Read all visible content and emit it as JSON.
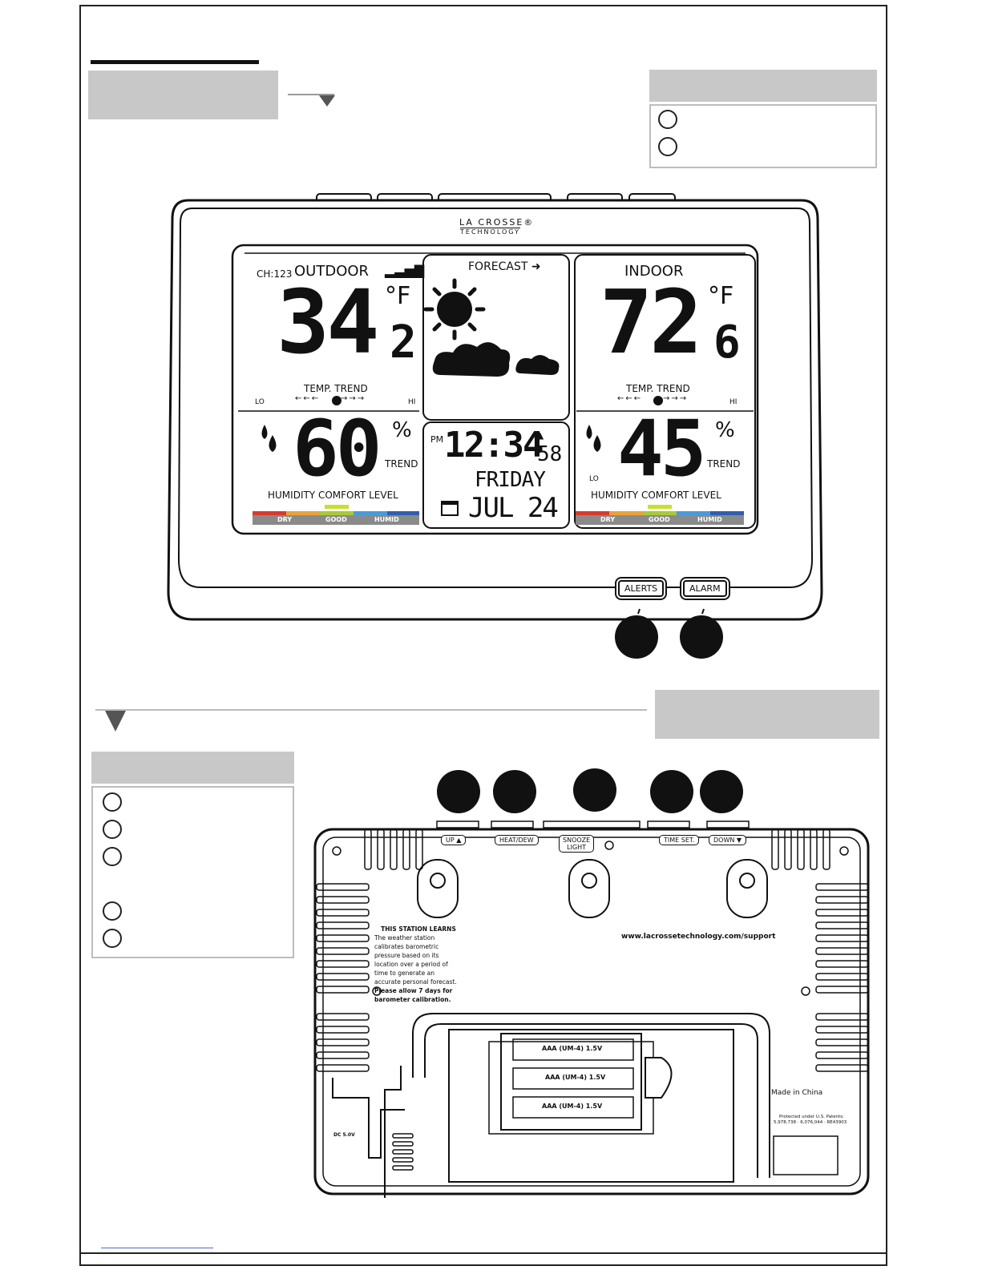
{
  "front": {
    "brand_line1": "LA CROSSE®",
    "brand_line2": "TECHNOLOGY",
    "outdoor": {
      "channel": "CH:123",
      "title": "OUTDOOR",
      "temp_int": "34",
      "temp_dec": "2",
      "unit": "°F",
      "lo": "LO",
      "hi": "HI",
      "trend_label": "TEMP. TREND",
      "humidity": "60",
      "pct": "%",
      "trend": "TREND",
      "comfort": "HUMIDITY COMFORT LEVEL",
      "dry": "DRY",
      "good": "GOOD",
      "humid": "HUMID"
    },
    "forecast": {
      "title": "FORECAST ➜"
    },
    "clock": {
      "ampm": "PM",
      "time": "12:34",
      "seconds": "58",
      "day": "FRIDAY",
      "date": "JUL 24"
    },
    "indoor": {
      "title": "INDOOR",
      "temp_int": "72",
      "temp_dec": "6",
      "unit": "°F",
      "hi": "HI",
      "lo": "LO",
      "trend_label": "TEMP. TREND",
      "humidity": "45",
      "pct": "%",
      "trend": "TREND",
      "comfort": "HUMIDITY COMFORT LEVEL",
      "dry": "DRY",
      "good": "GOOD",
      "humid": "HUMID"
    },
    "buttons": {
      "alerts": "ALERTS",
      "alarm": "ALARM"
    }
  },
  "back": {
    "buttons": {
      "up": "UP ▲",
      "heat_dew": "HEAT/DEW",
      "snooze": "SNOOZE",
      "light": "LIGHT",
      "time_set": "TIME SET.",
      "down": "DOWN ▼"
    },
    "learns_title": "THIS STATION LEARNS",
    "learns_body": "The weather station calibrates barometric pressure based on its location over a period of time to generate an accurate personal forecast.",
    "learns_bold": "Please allow 7 days for barometer calibration.",
    "url": "www.lacrossetechnology.com/support",
    "battery": "AAA (UM-4) 1.5V",
    "made_in": "Made in China",
    "patents_line1": "Protected under U.S. Patents:",
    "patents_line2": "5,978,738 · 6,076,044 · RE43903",
    "dc": "DC 5.0V"
  },
  "colors": {
    "panel_gray": "#c8c8c8",
    "dry": "#d83a2e",
    "orange": "#e8a23a",
    "good": "#a9c83a",
    "blue": "#4a9ad8",
    "humid": "#2f5fb0"
  }
}
